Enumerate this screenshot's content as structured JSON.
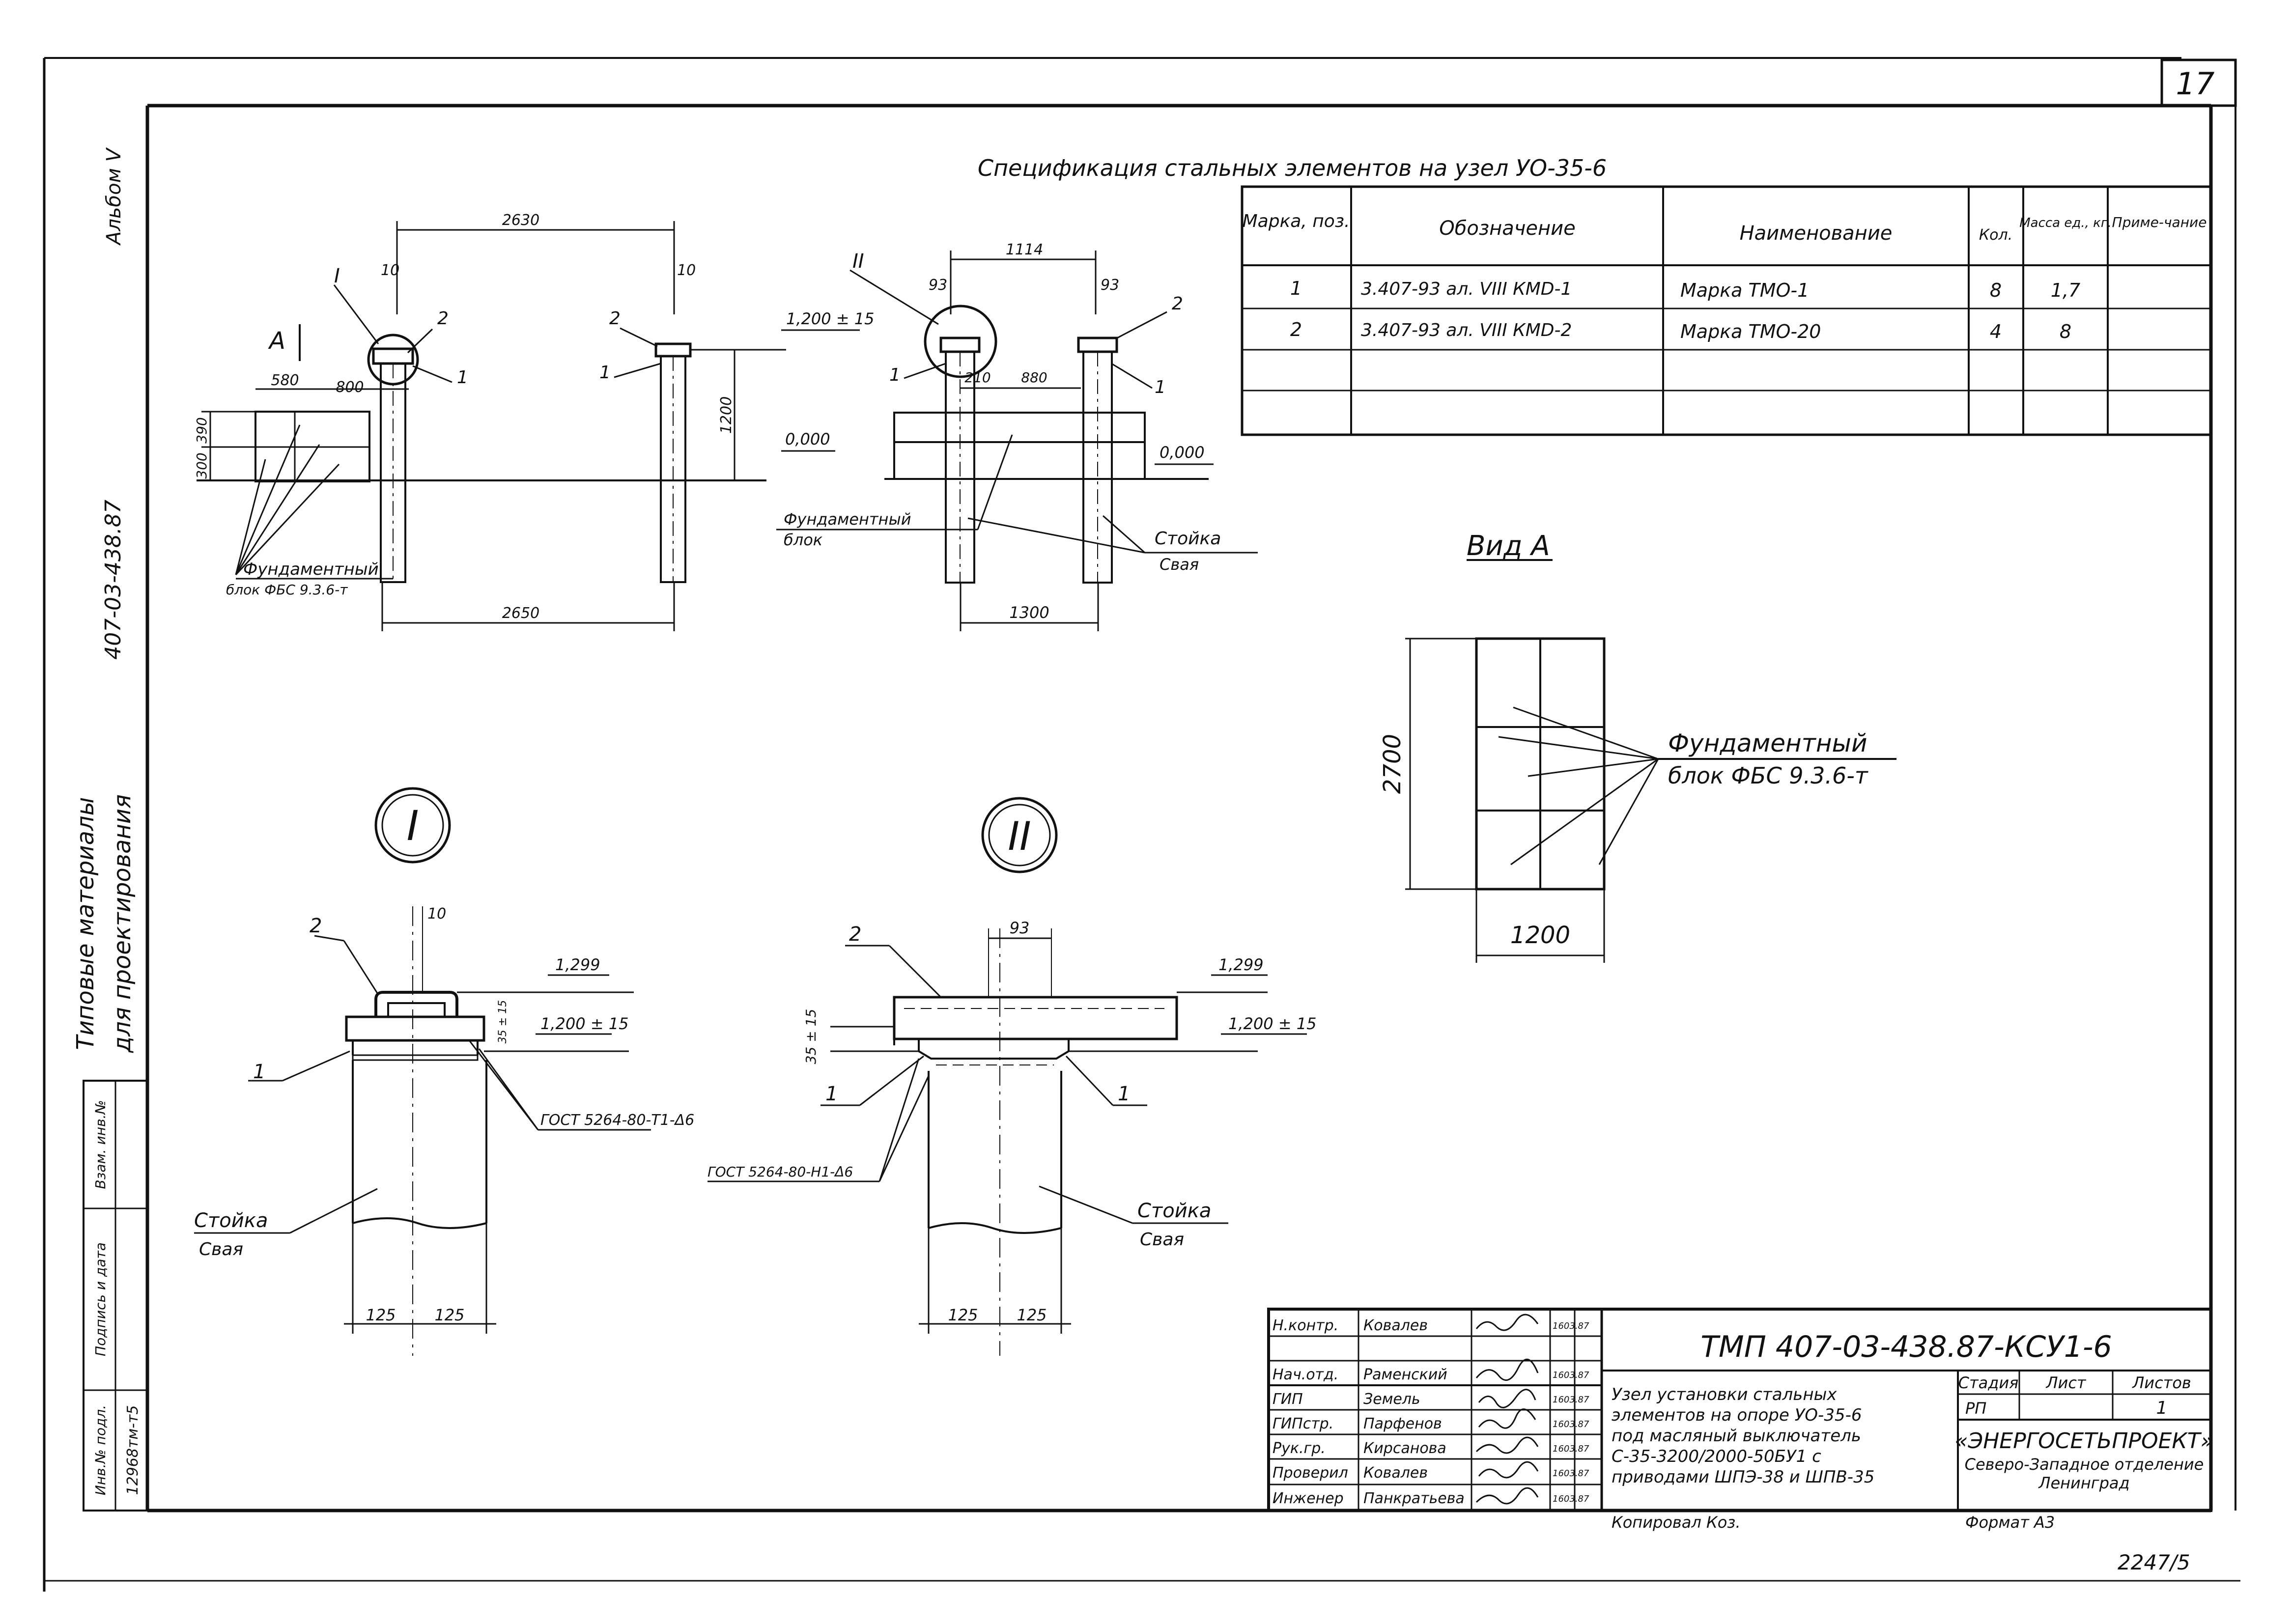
{
  "sheet": {
    "number": "17",
    "album": "Альбом V",
    "series": "407-03-438.87",
    "typical_title_1": "Типовые материалы",
    "typical_title_2": "для проектирования",
    "binder_labels": [
      "Инв.№ подл.",
      "Подпись и дата",
      "Взам. инв.№"
    ],
    "inventory_no": "12968тм-т5",
    "copied_by": "Копировал Коз.",
    "format": "Формат А3",
    "stamp_code": "2247/5"
  },
  "spec": {
    "title": "Спецификация стальных элементов на узел УО-35-6",
    "headers": [
      "Марка, поз.",
      "Обозначение",
      "Наименование",
      "Кол.",
      "Масса ед., кг.",
      "Приме-чание"
    ],
    "rows": [
      {
        "pos": "1",
        "code": "3.407-93 ал. VIII КМD-1",
        "name": "Марка ТМО-1",
        "qty": "8",
        "mass": "1,7",
        "note": ""
      },
      {
        "pos": "2",
        "code": "3.407-93 ал. VIII КМD-2",
        "name": "Марка ТМО-20",
        "qty": "4",
        "mass": "8",
        "note": ""
      }
    ]
  },
  "views": {
    "view1": {
      "marker_I": "I",
      "marker_A": "А",
      "dim_2630": "2630",
      "dim_10a": "10",
      "dim_10b": "10",
      "dim_580": "580",
      "dim_800": "800",
      "dim_390": "390",
      "dim_300": "300",
      "dim_1200": "1200",
      "elev_1200": "1,200 ± 15",
      "elev_0": "0,000",
      "dim_2650": "2650",
      "pos1a": "1",
      "pos1b": "1",
      "pos2a": "2",
      "pos2b": "2",
      "fbs_1": "Фундаментный",
      "fbs_2": "блок ФБС 9.3.6-т"
    },
    "view2": {
      "marker_II": "II",
      "dim_1114": "1114",
      "dim_93a": "93",
      "dim_93b": "93",
      "dim_210": "210",
      "dim_880": "880",
      "dim_1300": "1300",
      "elev_0": "0,000",
      "fb_1": "Фундаментный",
      "fb_2": "блок",
      "stand_1": "Стойка",
      "stand_2": "Свая",
      "pos1a": "1",
      "pos1b": "1",
      "pos2": "2"
    },
    "view_a": {
      "title": "Вид А",
      "dim_2700": "2700",
      "dim_1200": "1200",
      "fbs_1": "Фундаментный",
      "fbs_2": "блок ФБС 9.3.6-т"
    },
    "node1": {
      "circle": "I",
      "dim_10": "10",
      "elev_1299": "1,299",
      "elev_1200": "1,200 ± 15",
      "dim_35": "35 ± 15",
      "weld": "ГОСТ 5264-80-Т1-Δ6",
      "stand_1": "Стойка",
      "stand_2": "Свая",
      "dim_125a": "125",
      "dim_125b": "125",
      "pos1": "1",
      "pos2": "2"
    },
    "node2": {
      "circle": "II",
      "dim_93": "93",
      "elev_1299": "1,299",
      "elev_1200": "1,200 ± 15",
      "dim_35": "35 ± 15",
      "weld": "ГОСТ 5264-80-Н1-Δ6",
      "stand_1": "Стойка",
      "stand_2": "Свая",
      "dim_125a": "125",
      "dim_125b": "125",
      "pos1a": "1",
      "pos1b": "1",
      "pos2": "2"
    }
  },
  "title_block": {
    "code": "ТМП 407-03-438.87-КСУ1-6",
    "description": [
      "Узел установки стальных",
      "элементов на опоре УО-35-6",
      "под масляный выключатель",
      "С-35-3200/2000-50БУ1 с",
      "приводами ШПЭ-38 и ШПВ-35"
    ],
    "stage_headers": [
      "Стадия",
      "Лист",
      "Листов"
    ],
    "stage": "РП",
    "sheet": "",
    "sheets": "1",
    "org_1": "«ЭНЕРГОСЕТЬПРОЕКТ»",
    "org_2": "Северо-Западное отделение",
    "org_3": "Ленинград",
    "people": [
      {
        "role": "Н.контр.",
        "name": "Ковалев",
        "date": "1603.87"
      },
      {
        "role": "Нач.отд.",
        "name": "Раменский",
        "date": "1603.87"
      },
      {
        "role": "ГИП",
        "name": "Земель",
        "date": "1603.87"
      },
      {
        "role": "ГИПстр.",
        "name": "Парфенов",
        "date": "1603.87"
      },
      {
        "role": "Рук.гр.",
        "name": "Кирсанова",
        "date": "1603.87"
      },
      {
        "role": "Проверил",
        "name": "Ковалев",
        "date": "1603.87"
      },
      {
        "role": "Инженер",
        "name": "Панкратьева",
        "date": "1603.87"
      }
    ]
  }
}
